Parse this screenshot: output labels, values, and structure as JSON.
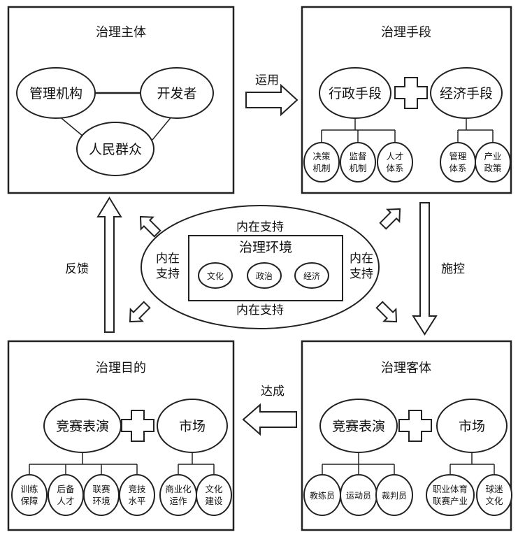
{
  "governance_subject": {
    "title": "治理主体",
    "nodes": [
      "管理机构",
      "开发者",
      "人民群众"
    ]
  },
  "governance_means": {
    "title": "治理手段",
    "admin": "行政手段",
    "admin_children": [
      [
        "决策",
        "机制"
      ],
      [
        "监督",
        "机制"
      ],
      [
        "人才",
        "体系"
      ]
    ],
    "economic": "经济手段",
    "economic_children": [
      [
        "管理",
        "体系"
      ],
      [
        "产业",
        "政策"
      ]
    ]
  },
  "governance_goal": {
    "title": "治理目的",
    "competition": "竞赛表演",
    "competition_children": [
      [
        "训练",
        "保障"
      ],
      [
        "后备",
        "人才"
      ],
      [
        "联赛",
        "环境"
      ],
      [
        "竞技",
        "水平"
      ]
    ],
    "market": "市场",
    "market_children": [
      [
        "商业化",
        "运作"
      ],
      [
        "文化",
        "建设"
      ]
    ]
  },
  "governance_object": {
    "title": "治理客体",
    "competition": "竞赛表演",
    "competition_children": [
      [
        "教练员"
      ],
      [
        "运动员"
      ],
      [
        "裁判员"
      ]
    ],
    "market": "市场",
    "market_children": [
      [
        "职业体育",
        "联赛产业"
      ],
      [
        "球迷",
        "文化"
      ]
    ]
  },
  "environment": {
    "title": "治理环境",
    "items": [
      "文化",
      "政治",
      "经济"
    ],
    "support_top": "内在支持",
    "support_bottom": "内在支持",
    "support_left": [
      "内在",
      "支持"
    ],
    "support_right": [
      "内在",
      "支持"
    ]
  },
  "arrows": {
    "apply": "运用",
    "control": "施控",
    "achieve": "达成",
    "feedback": "反馈"
  }
}
